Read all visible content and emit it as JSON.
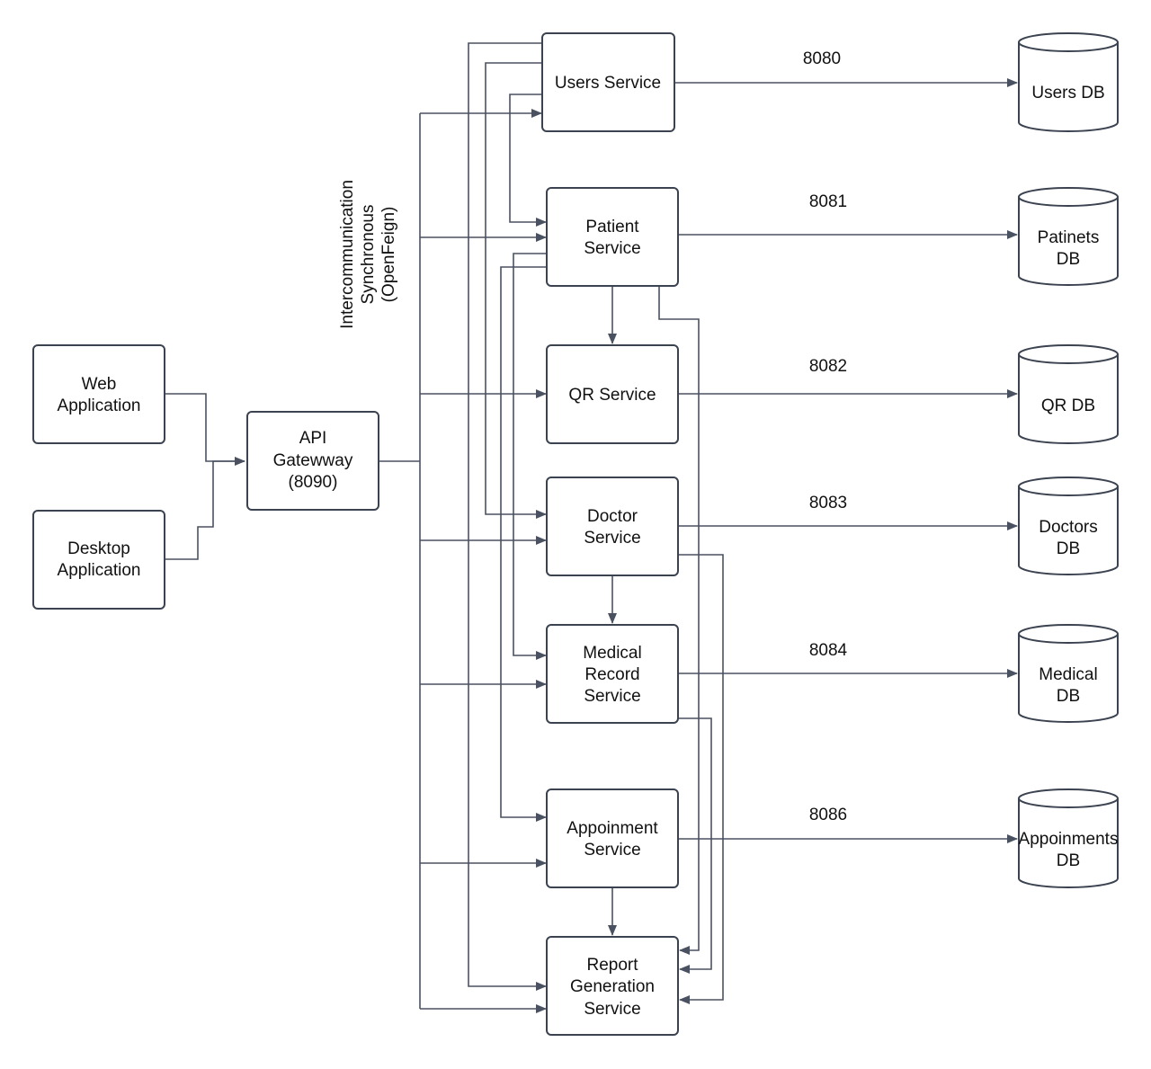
{
  "clients": {
    "web": [
      "Web",
      "Application"
    ],
    "desktop": [
      "Desktop",
      "Application"
    ]
  },
  "gateway": [
    "API",
    "Gatewway",
    "(8090)"
  ],
  "communication_label": [
    "Intercommunication",
    "Synchronous",
    "(OpenFeign)"
  ],
  "services": {
    "users": [
      "Users Service"
    ],
    "patient": [
      "Patient",
      "Service"
    ],
    "qr": [
      "QR Service"
    ],
    "doctor": [
      "Doctor",
      "Service"
    ],
    "medical": [
      "Medical",
      "Record",
      "Service"
    ],
    "appointment": [
      "Appoinment",
      "Service"
    ],
    "report": [
      "Report",
      "Generation",
      "Service"
    ]
  },
  "ports": {
    "users": "8080",
    "patient": "8081",
    "qr": "8082",
    "doctor": "8083",
    "medical": "8084",
    "appointment": "8086"
  },
  "databases": {
    "users": [
      "Users DB"
    ],
    "patient": [
      "Patinets",
      "DB"
    ],
    "qr": [
      "QR DB"
    ],
    "doctor": [
      "Doctors",
      "DB"
    ],
    "medical": [
      "Medical",
      "DB"
    ],
    "appointment": [
      "Appoinments",
      "DB"
    ]
  },
  "colors": {
    "stroke": "#3b4250",
    "edge": "#4a5160",
    "text": "#111111",
    "background": "#ffffff"
  }
}
